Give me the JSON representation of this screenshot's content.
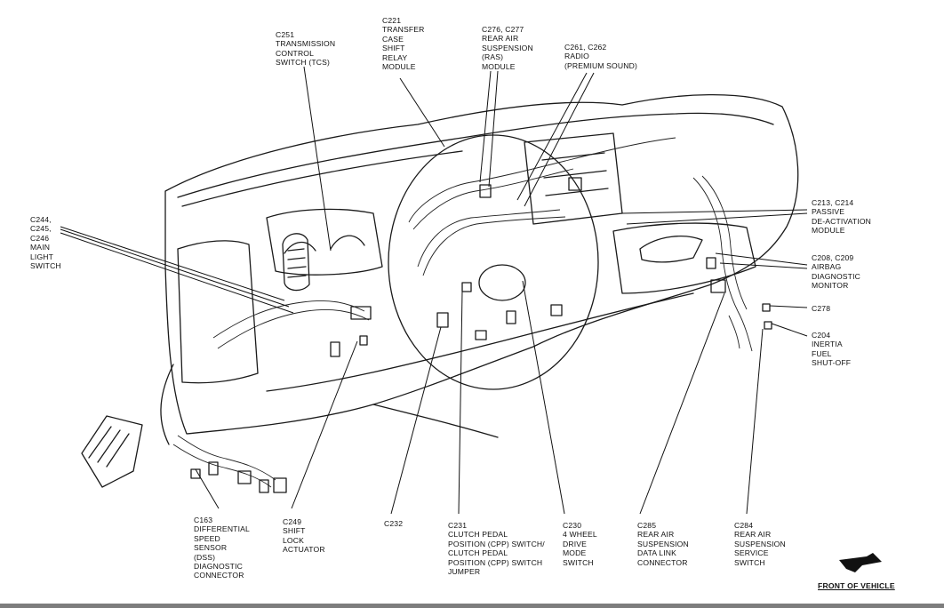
{
  "callouts": {
    "c221": [
      "C221",
      "TRANSFER",
      "CASE",
      "SHIFT",
      "RELAY",
      "MODULE"
    ],
    "c276": [
      "C276, C277",
      "REAR AIR",
      "SUSPENSION",
      "(RAS)",
      "MODULE"
    ],
    "c261": [
      "C261, C262",
      "RADIO",
      "(PREMIUM SOUND)"
    ],
    "c251": [
      "C251",
      "TRANSMISSION",
      "CONTROL",
      "SWITCH (TCS)"
    ],
    "c244": [
      "C244,",
      "C245,",
      "C246",
      "MAIN",
      "LIGHT",
      "SWITCH"
    ],
    "c213": [
      "C213, C214",
      "PASSIVE",
      "DE-ACTIVATION",
      "MODULE"
    ],
    "c208": [
      "C208, C209",
      "AIRBAG",
      "DIAGNOSTIC",
      "MONITOR"
    ],
    "c278": [
      "C278"
    ],
    "c204": [
      "C204",
      "INERTIA",
      "FUEL",
      "SHUT-OFF"
    ],
    "c163": [
      "C163",
      "DIFFERENTIAL",
      "SPEED",
      "SENSOR",
      "(DSS)",
      "DIAGNOSTIC",
      "CONNECTOR"
    ],
    "c249": [
      "C249",
      "SHIFT",
      "LOCK",
      "ACTUATOR"
    ],
    "c232": [
      "C232"
    ],
    "c231": [
      "C231",
      "CLUTCH PEDAL",
      "POSITION (CPP) SWITCH/",
      "CLUTCH PEDAL",
      "POSITION (CPP) SWITCH",
      "JUMPER"
    ],
    "c230": [
      "C230",
      "4 WHEEL",
      "DRIVE",
      "MODE",
      "SWITCH"
    ],
    "c285": [
      "C285",
      "REAR AIR",
      "SUSPENSION",
      "DATA LINK",
      "CONNECTOR"
    ],
    "c284": [
      "C284",
      "REAR AIR",
      "SUSPENSION",
      "SERVICE",
      "SWITCH"
    ]
  },
  "front_of_vehicle": "FRONT OF VEHICLE",
  "colors": {
    "ink": "#111111",
    "bar": "#7d7d7d"
  }
}
